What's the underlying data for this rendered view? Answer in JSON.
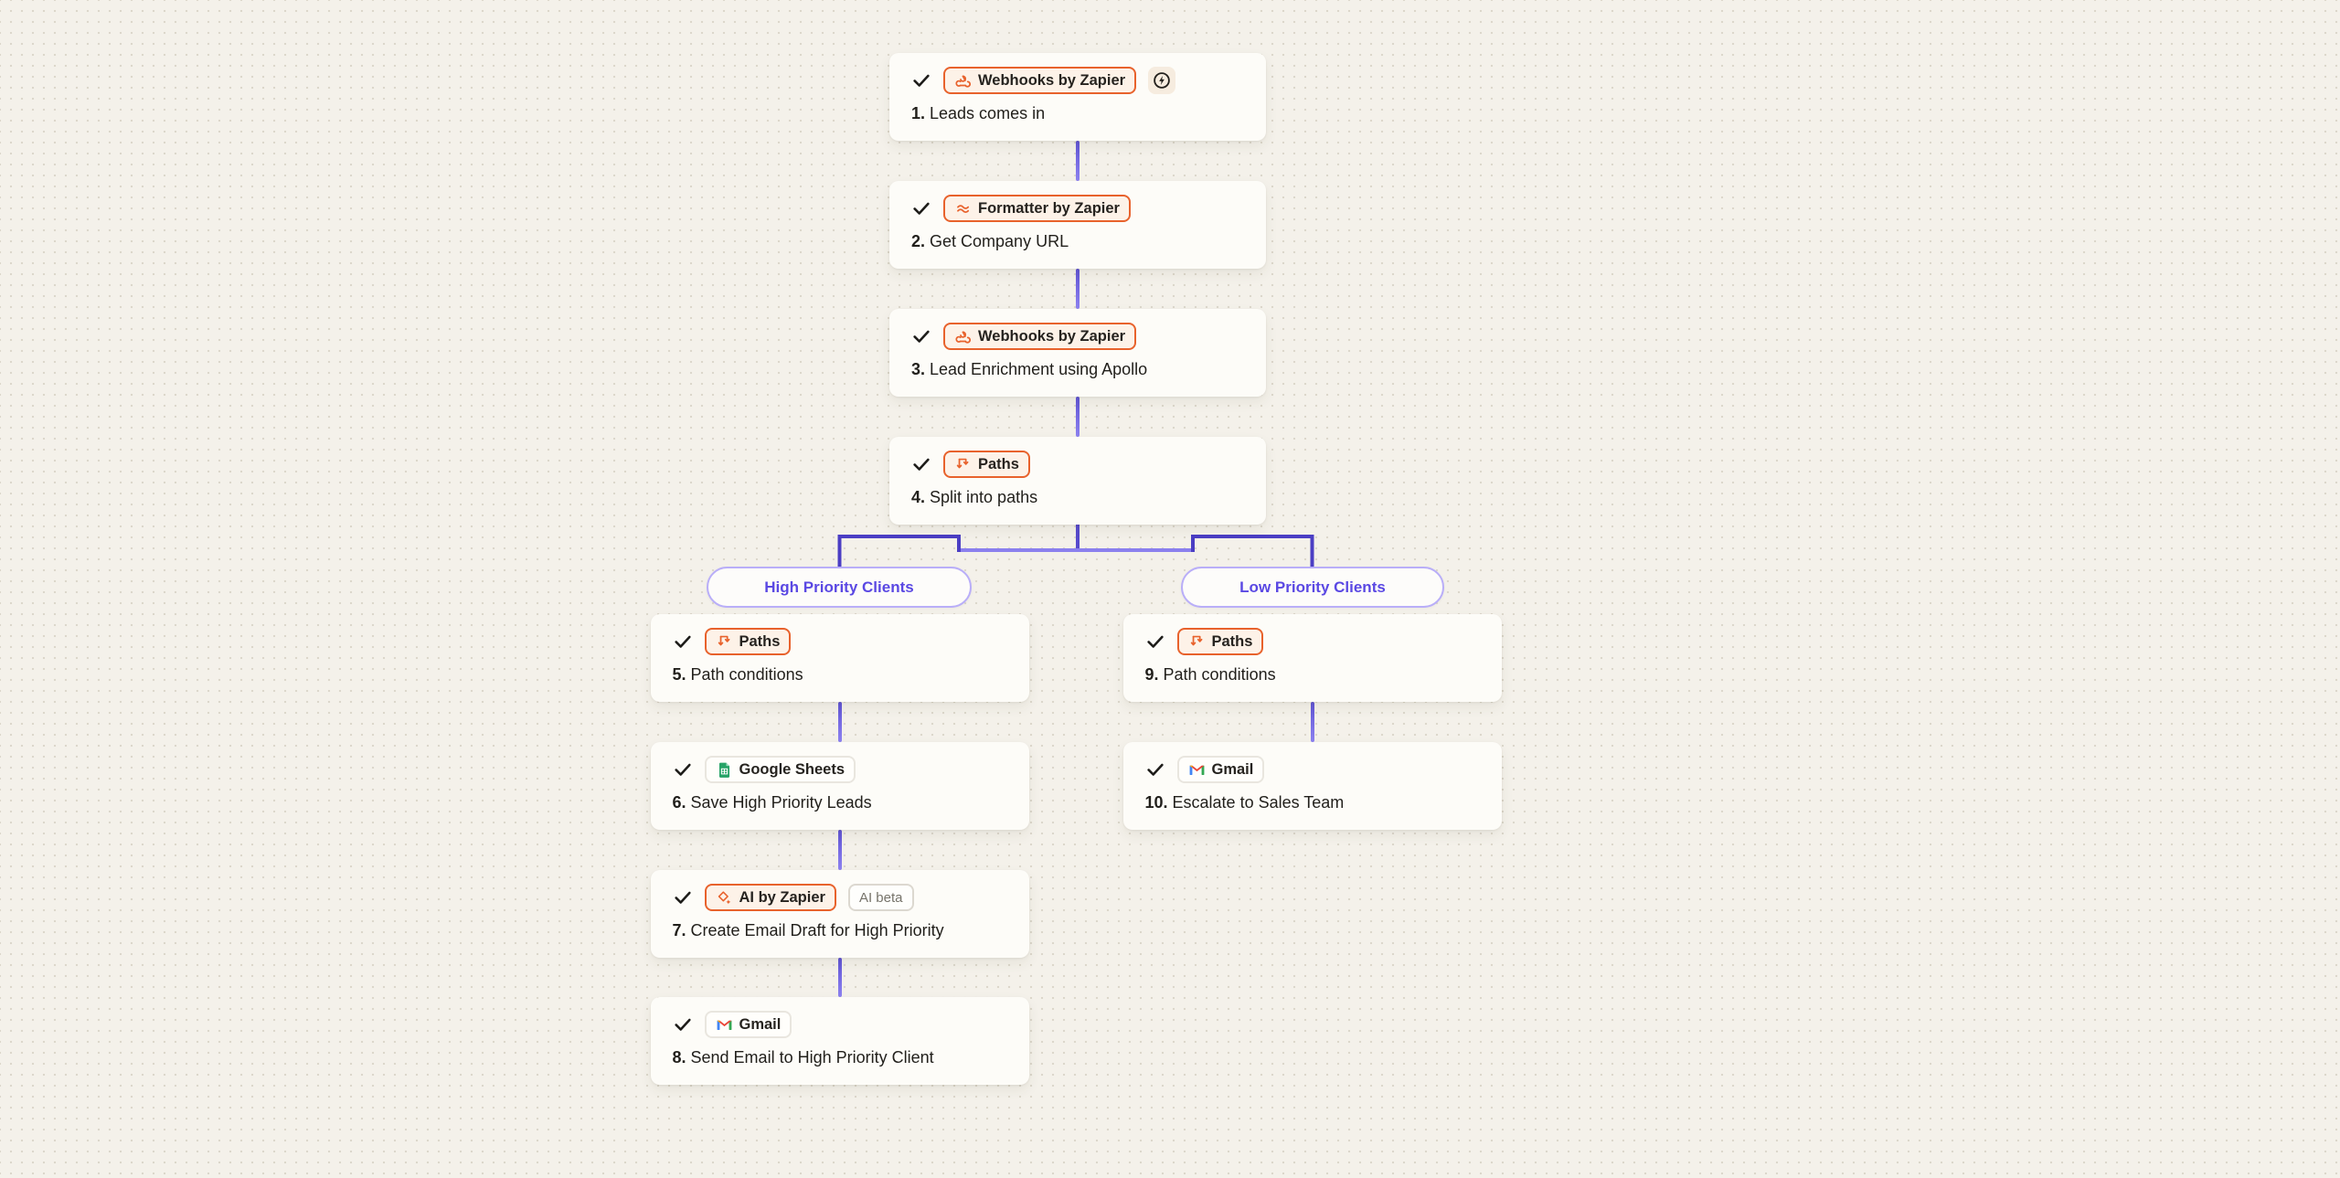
{
  "workflow": {
    "branch_labels": {
      "left": "High Priority Clients",
      "right": "Low Priority Clients"
    },
    "steps": [
      {
        "num": "1.",
        "title": "Leads comes in",
        "app": "Webhooks by Zapier",
        "icon": "webhook-icon",
        "badge_style": "zapier",
        "completed": true,
        "instant_trigger": true
      },
      {
        "num": "2.",
        "title": "Get Company URL",
        "app": "Formatter by Zapier",
        "icon": "formatter-icon",
        "badge_style": "zapier",
        "completed": true
      },
      {
        "num": "3.",
        "title": "Lead Enrichment using Apollo",
        "app": "Webhooks by Zapier",
        "icon": "webhook-icon",
        "badge_style": "zapier",
        "completed": true
      },
      {
        "num": "4.",
        "title": "Split into paths",
        "app": "Paths",
        "icon": "paths-icon",
        "badge_style": "zapier",
        "completed": true
      },
      {
        "num": "5.",
        "title": "Path conditions",
        "app": "Paths",
        "icon": "paths-icon",
        "badge_style": "zapier",
        "completed": true
      },
      {
        "num": "6.",
        "title": "Save High Priority Leads",
        "app": "Google Sheets",
        "icon": "google-sheets-icon",
        "badge_style": "app",
        "completed": true
      },
      {
        "num": "7.",
        "title": "Create Email Draft for High Priority",
        "app": "AI by Zapier",
        "icon": "ai-sparkle-icon",
        "badge_style": "zapier",
        "completed": true,
        "tag": "AI beta"
      },
      {
        "num": "8.",
        "title": "Send Email to High Priority Client",
        "app": "Gmail",
        "icon": "gmail-icon",
        "badge_style": "app",
        "completed": true
      },
      {
        "num": "9.",
        "title": "Path conditions",
        "app": "Paths",
        "icon": "paths-icon",
        "badge_style": "zapier",
        "completed": true
      },
      {
        "num": "10.",
        "title": "Escalate to Sales Team",
        "app": "Gmail",
        "icon": "gmail-icon",
        "badge_style": "app",
        "completed": true
      }
    ]
  },
  "colors": {
    "canvas_bg": "#f4f1ea",
    "grid_dot": "#dcd7cb",
    "card_bg": "#fdfcf8",
    "accent_orange": "#e8622c",
    "orange_badge_bg": "#fdf2e8",
    "connector_dark": "#4b3ec4",
    "connector_light": "#8b80ee",
    "connector_mid": "#7165e0",
    "pill_border": "#b9aef8",
    "pill_text": "#5a48e3"
  }
}
